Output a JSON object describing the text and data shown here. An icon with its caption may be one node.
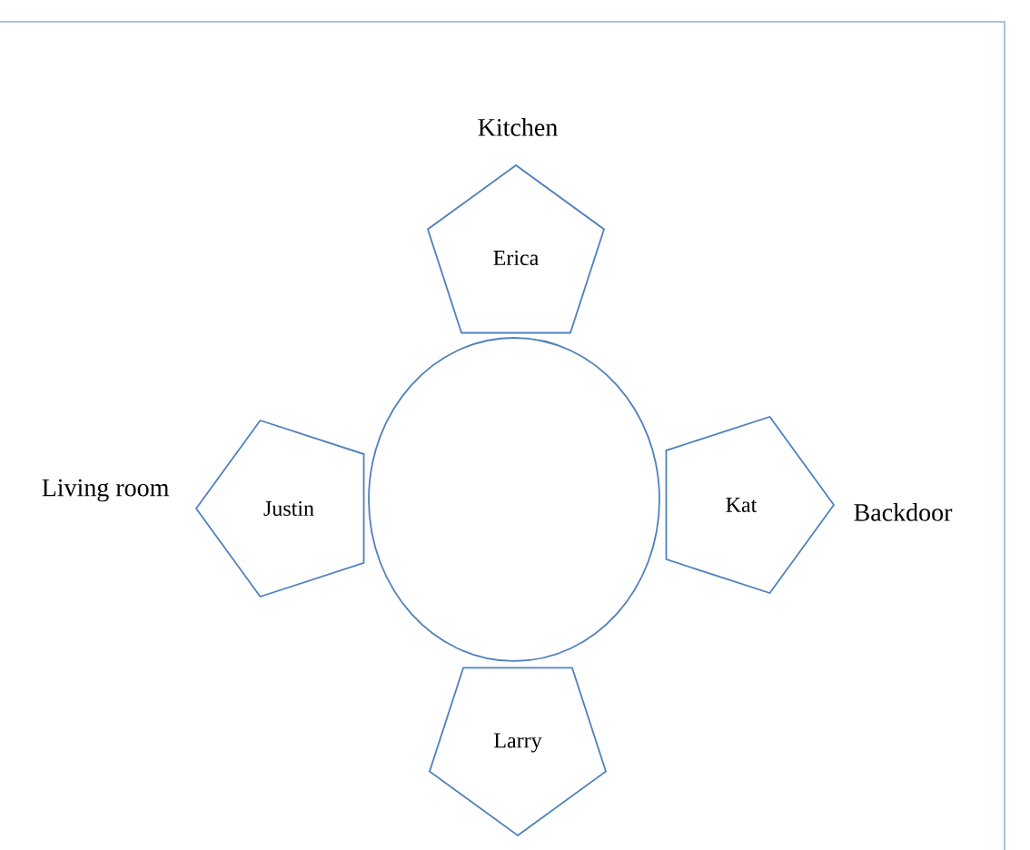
{
  "diagram": {
    "nodes": [
      {
        "text": [
          "Erica"
        ]
      },
      {
        "text": [
          "Justin"
        ]
      },
      {
        "text": [],
        "shape": "circle"
      },
      {
        "text": [
          "Kat"
        ]
      },
      {
        "text": [
          "Larry"
        ]
      }
    ],
    "labels": [
      "Kitchen",
      "Living room",
      "Backdoor"
    ]
  }
}
